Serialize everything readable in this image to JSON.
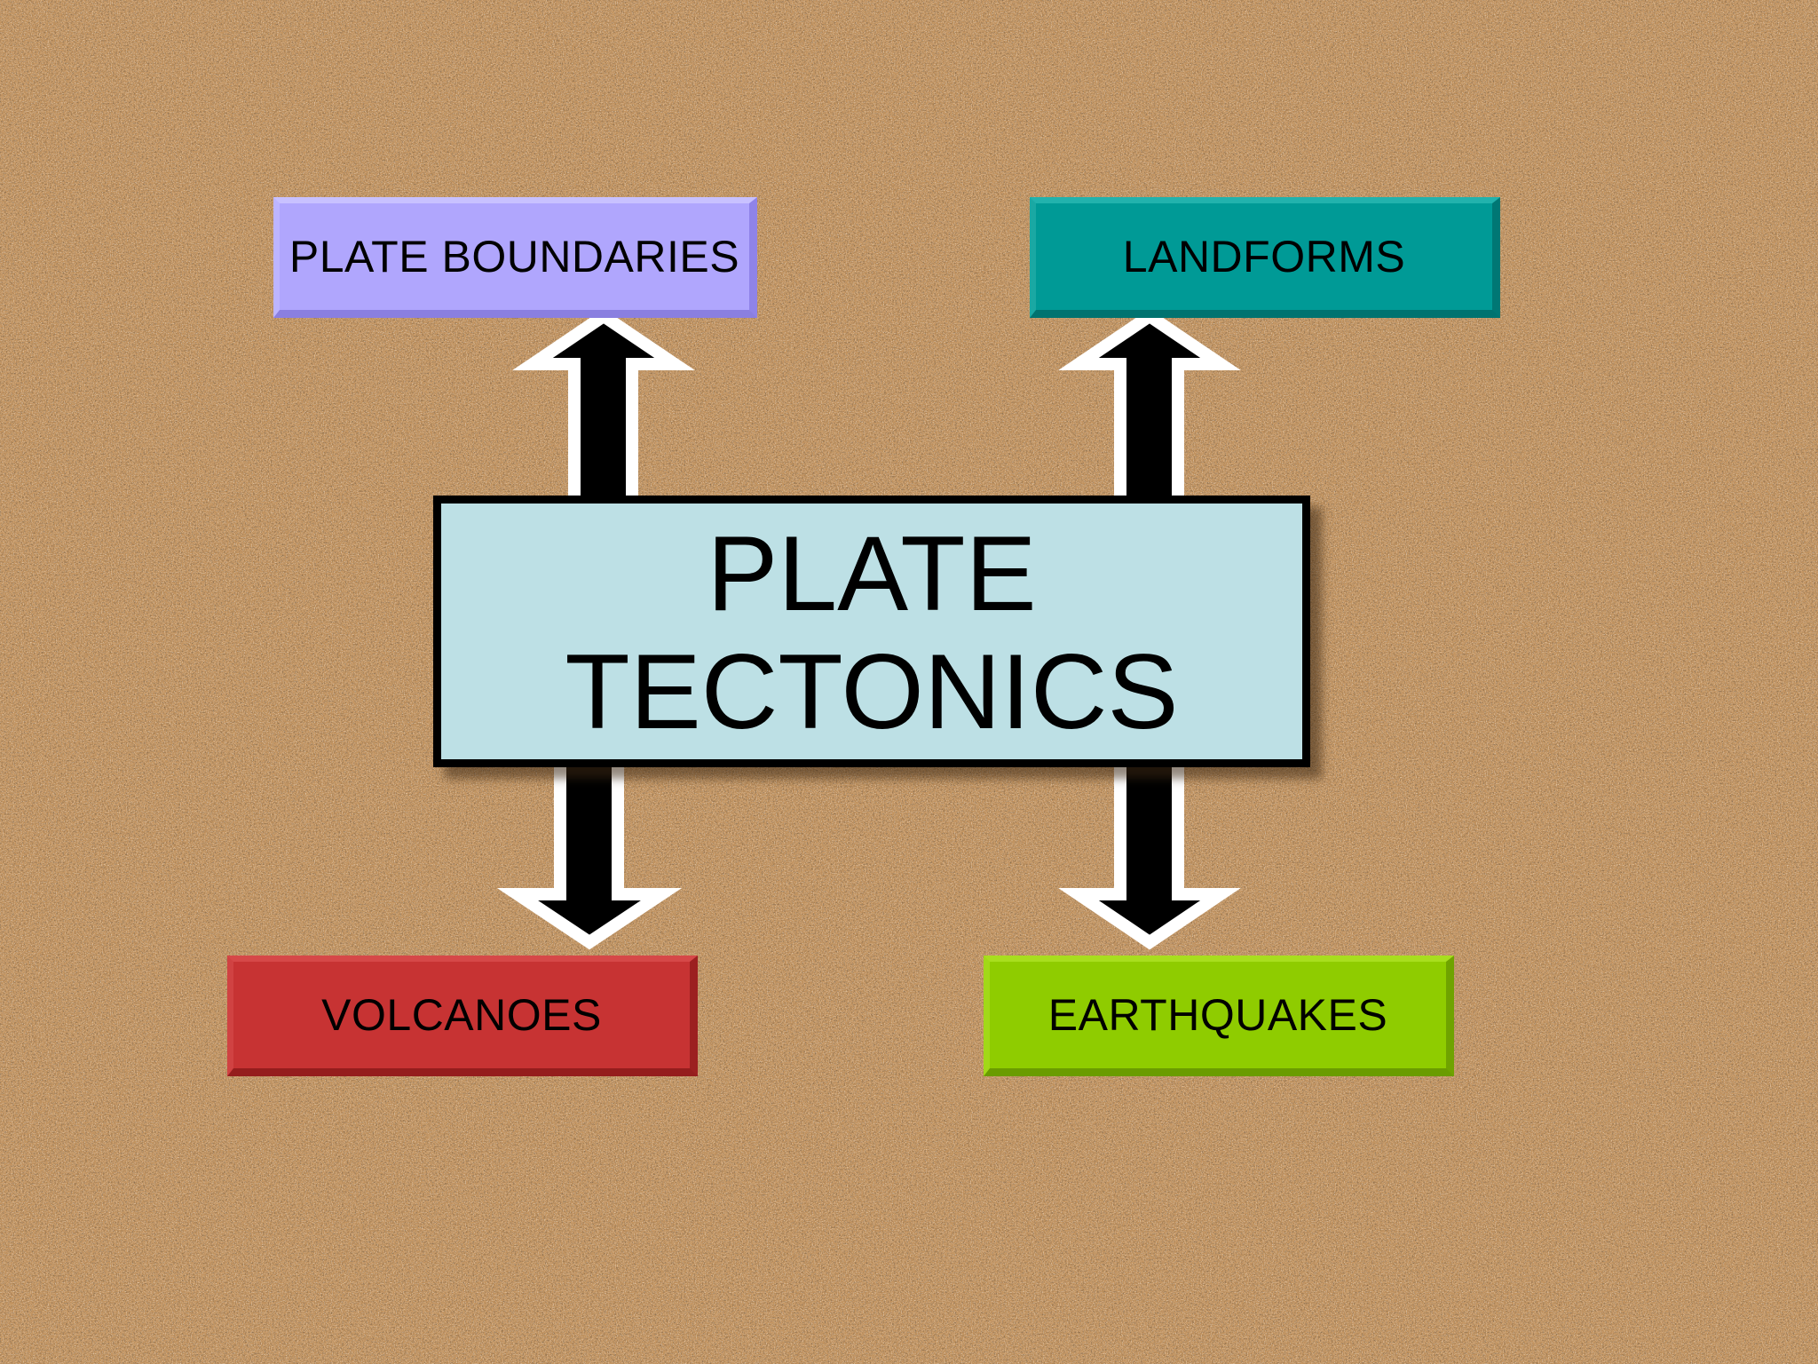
{
  "diagram": {
    "center": {
      "line1": "PLATE",
      "line2": "TECTONICS",
      "color": "#bde0e5",
      "border_color": "#000000"
    },
    "nodes": [
      {
        "id": "boundaries",
        "label": "PLATE BOUNDARIES",
        "color": "#b0a6fd",
        "arrow": "up"
      },
      {
        "id": "landforms",
        "label": "LANDFORMS",
        "color": "#009a96",
        "arrow": "up"
      },
      {
        "id": "volcanoes",
        "label": "VOLCANOES",
        "color": "#c73333",
        "arrow": "down"
      },
      {
        "id": "earthquakes",
        "label": "EARTHQUAKES",
        "color": "#8fcc00",
        "arrow": "down"
      }
    ],
    "arrow_fill": "#000000",
    "arrow_outline": "#ffffff",
    "background": "cork-board"
  }
}
